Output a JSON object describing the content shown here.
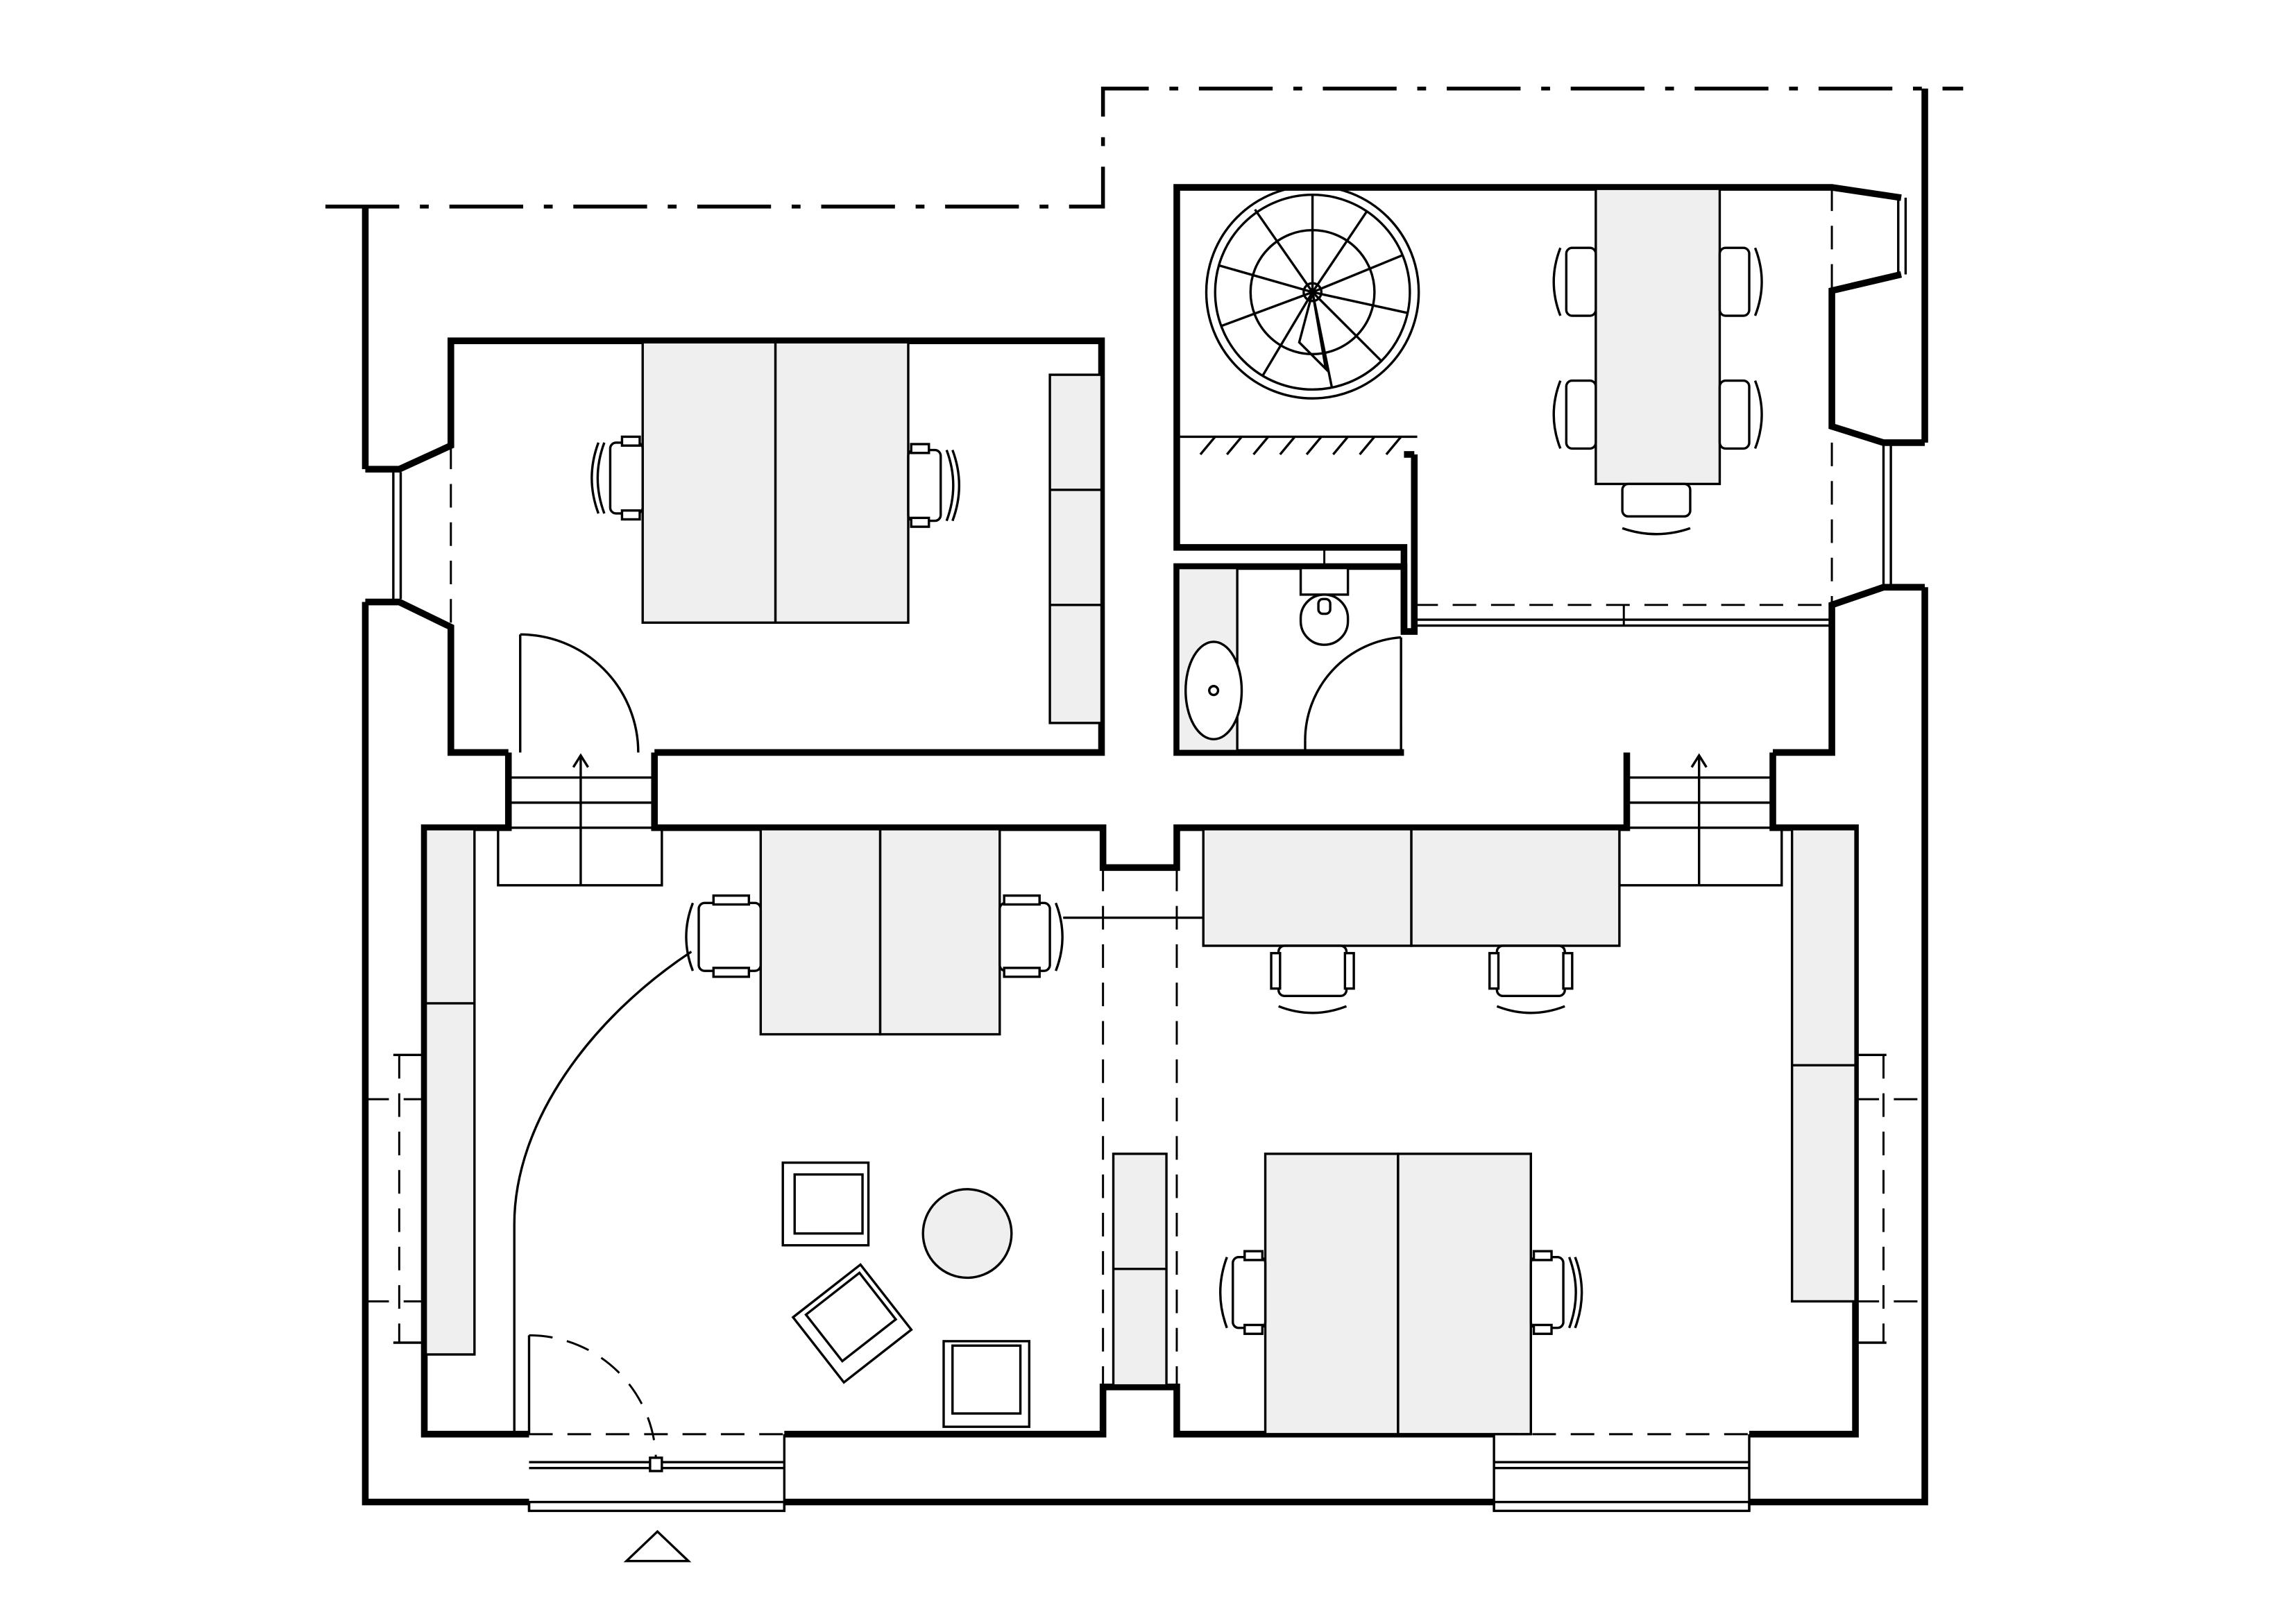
{
  "drawing": {
    "type": "floor-plan",
    "text_labels": [],
    "rooms": [
      "office-north-west",
      "meeting-room-north-east",
      "wc",
      "corridor",
      "reception-lounge",
      "office-south-east"
    ],
    "colors": {
      "background": "#ffffff",
      "line": "#000000",
      "furniture_fill": "#efefef"
    }
  }
}
